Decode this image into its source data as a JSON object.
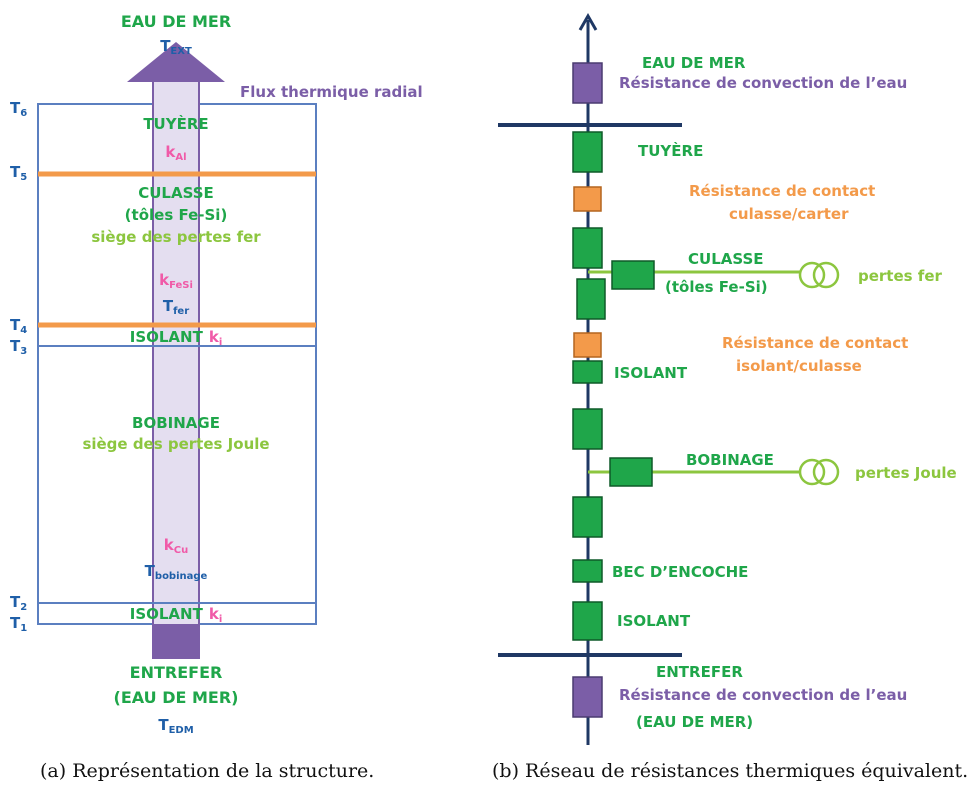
{
  "left": {
    "top_title": "EAU DE MER",
    "t_ext": {
      "base": "T",
      "sub": "EXT"
    },
    "flux_label": "Flux thermique radial",
    "t_labels": [
      {
        "base": "T",
        "sub": "6"
      },
      {
        "base": "T",
        "sub": "5"
      },
      {
        "base": "T",
        "sub": "4"
      },
      {
        "base": "T",
        "sub": "3"
      },
      {
        "base": "T",
        "sub": "2"
      },
      {
        "base": "T",
        "sub": "1"
      }
    ],
    "tuyere": "TUYÈRE",
    "k_al": {
      "base": "k",
      "sub": "Al"
    },
    "culasse": "CULASSE",
    "toles": "(tôles Fe-Si)",
    "siege_fer": "siège des pertes fer",
    "k_fesi": {
      "base": "k",
      "sub": "FeSi"
    },
    "t_fer": {
      "base": "T",
      "sub": "fer"
    },
    "isolant_top": "ISOLANT",
    "k_i_top": {
      "base": "k",
      "sub": "i"
    },
    "bobinage": "BOBINAGE",
    "siege_joule": "siège des pertes Joule",
    "k_cu": {
      "base": "k",
      "sub": "Cu"
    },
    "t_bobinage": {
      "base": "T",
      "sub": "bobinage"
    },
    "isolant_bottom": "ISOLANT",
    "k_i_bottom": {
      "base": "k",
      "sub": "i"
    },
    "entrefer": "ENTREFER",
    "eau_de_mer_paren": "(EAU DE MER)",
    "t_edm": {
      "base": "T",
      "sub": "EDM"
    },
    "caption": "(a) Représentation de la structure."
  },
  "right": {
    "eau_de_mer_top": "EAU DE MER",
    "convection_top": "Résistance de convection de l’eau",
    "tuyere": "TUYÈRE",
    "contact1_line1": "Résistance de contact",
    "contact1_line2": "culasse/carter",
    "culasse": "CULASSE",
    "toles": "(tôles Fe-Si)",
    "pertes_fer": "pertes fer",
    "contact2_line1": "Résistance de contact",
    "contact2_line2": "isolant/culasse",
    "isolant_top": "ISOLANT",
    "bobinage": "BOBINAGE",
    "pertes_joule": "pertes Joule",
    "bec": "BEC D’ENCOCHE",
    "isolant_bottom": "ISOLANT",
    "entrefer": "ENTREFER",
    "convection_bottom": "Résistance de convection de l’eau",
    "eau_de_mer_bottom": "(EAU DE MER)",
    "caption": "(b) Réseau de résistances thermiques équivalent."
  },
  "colors": {
    "green": "#1fa64a",
    "light_green": "#8cc63f",
    "pink": "#f05aa8",
    "blue": "#1f5fa8",
    "purple": "#7b5ea7",
    "orange": "#f39a4a",
    "navy": "#1f3864"
  }
}
